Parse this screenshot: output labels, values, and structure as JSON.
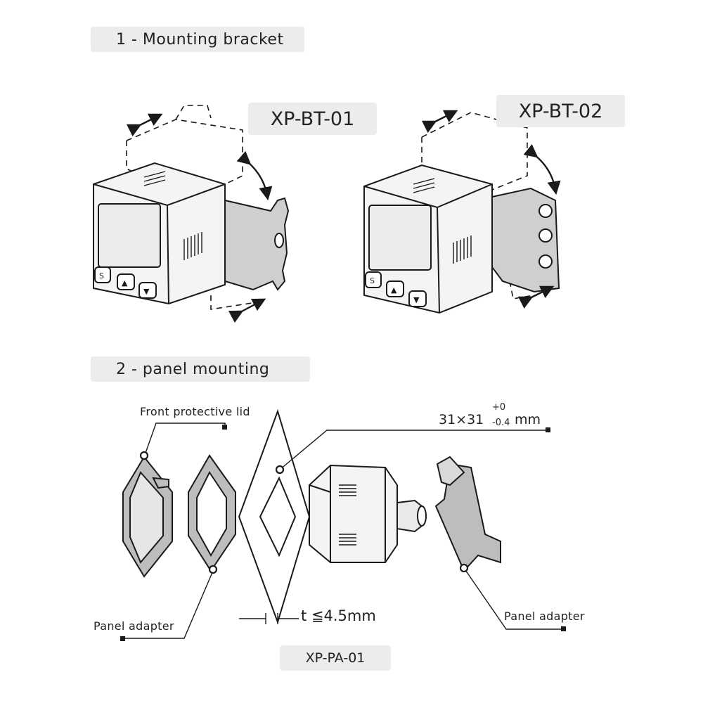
{
  "sections": {
    "mounting_bracket": "1 - Mounting bracket",
    "panel_mounting": "2 - panel mounting"
  },
  "models": {
    "bracket_1": "XP-BT-01",
    "bracket_2": "XP-BT-02",
    "panel_adapter": "XP-PA-01"
  },
  "labels": {
    "front_lid": "Front protective lid",
    "panel_adapter_left": "Panel adapter",
    "panel_adapter_right": "Panel adapter"
  },
  "dimensions": {
    "cutout_main": "31×31",
    "cutout_tol_upper": "+0",
    "cutout_tol_lower": "-0.4",
    "cutout_unit": "mm",
    "thickness": "t ≦4.5mm"
  },
  "device_buttons": [
    "S",
    "▲",
    "▼"
  ],
  "colors": {
    "tag_bg": "#ececec",
    "line": "#1a1a1a",
    "device_fill": "#f4f4f4",
    "bracket_fill": "#cfcfcf",
    "part_fill": "#bdbdbd"
  }
}
